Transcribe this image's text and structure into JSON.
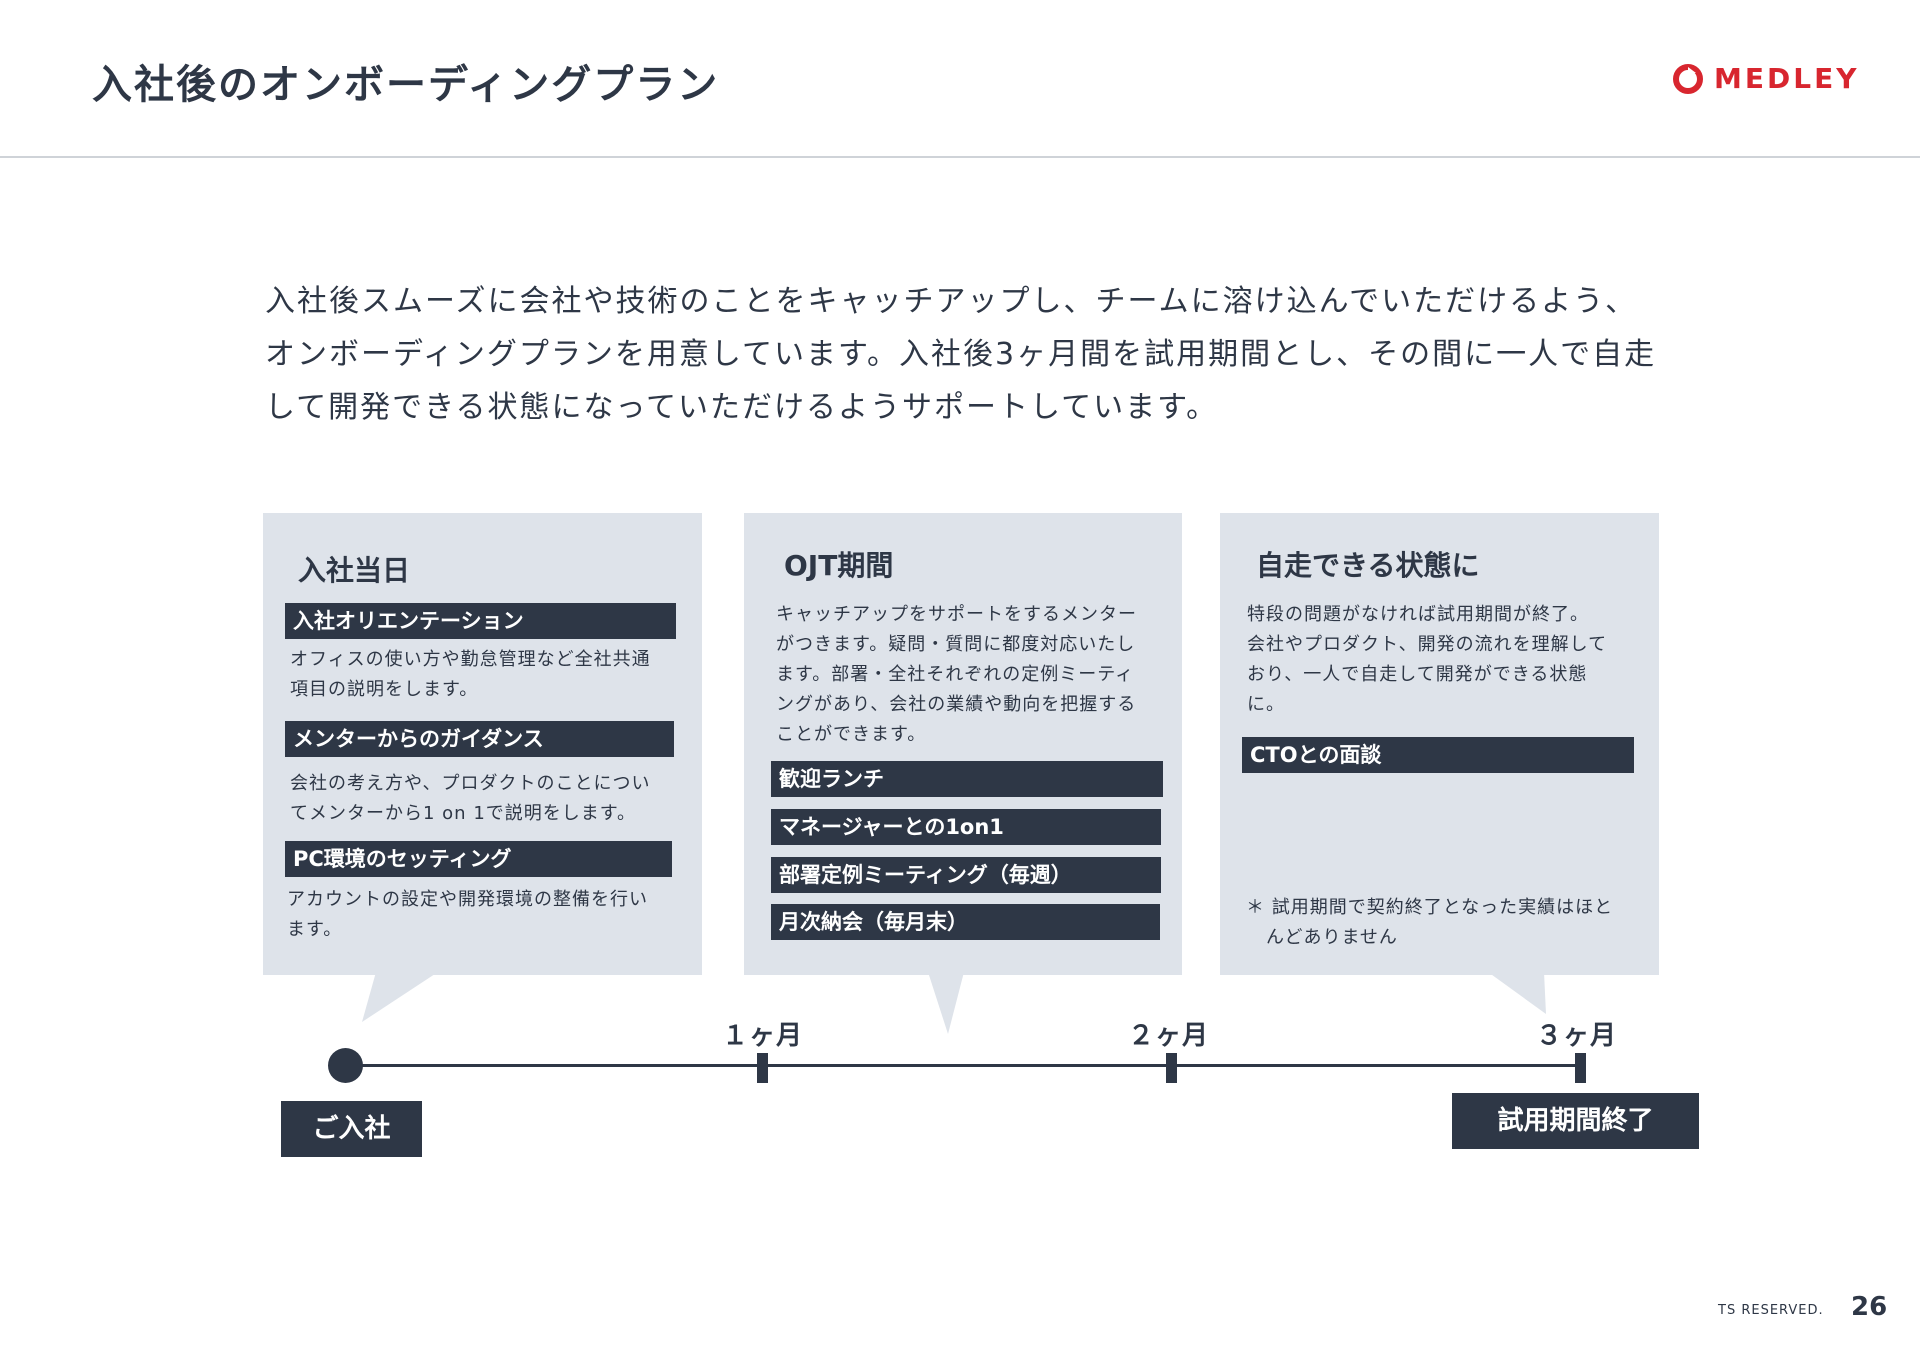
{
  "header": {
    "title": "入社後のオンボーディングプラン",
    "logo_text": "MEDLEY",
    "brand_color": "#d8262f"
  },
  "intro": {
    "lines": [
      "入社後スムーズに会社や技術のことをキャッチアップし、チームに溶け込んでいただけるよう、",
      "オンボーディングプランを用意しています。入社後3ヶ月間を試用期間とし、その間に一人で自走",
      "して開発できる状態になっていただけるようサポートしています。"
    ]
  },
  "cards": [
    {
      "title": "入社当日",
      "sections": [
        {
          "heading": "入社オリエンテーション",
          "lines": [
            "オフィスの使い方や勤怠管理など全社共通",
            "項目の説明をします。"
          ]
        },
        {
          "heading": "メンターからのガイダンス",
          "lines": [
            "会社の考え方や、プロダクトのことについ",
            "てメンターから1 on 1で説明をします。"
          ]
        },
        {
          "heading": "PC環境のセッティング",
          "lines": [
            "アカウントの設定や開発環境の整備を行い",
            "ます。"
          ]
        }
      ]
    },
    {
      "title": "OJT期間",
      "lines": [
        "キャッチアップをサポートをするメンター",
        "がつきます。疑問・質問に都度対応いたし",
        "ます。部署・全社それぞれの定例ミーティ",
        "ングがあり、会社の業績や動向を把握する",
        "ことができます。"
      ],
      "items": [
        "歓迎ランチ",
        "マネージャーとの1on1",
        "部署定例ミーティング（毎週）",
        "月次納会（毎月末）"
      ]
    },
    {
      "title": "自走できる状態に",
      "lines": [
        "特段の問題がなければ試用期間が終了。",
        "会社やプロダクト、開発の流れを理解して",
        "おり、一人で自走して開発ができる状態",
        "に。"
      ],
      "items": [
        "CTOとの面談"
      ],
      "note": [
        "＊ 試用期間で契約終了となった実績はほと",
        "んどありません"
      ]
    }
  ],
  "timeline": {
    "start_label": "ご入社",
    "months": [
      "１ヶ月",
      "２ヶ月",
      "３ヶ月"
    ],
    "end_label": "試用期間終了"
  },
  "footer": {
    "copyright": "TS RESERVED.",
    "page_number": "26"
  },
  "colors": {
    "navy": "#2e3746",
    "card_bg": "#dee3ea"
  }
}
